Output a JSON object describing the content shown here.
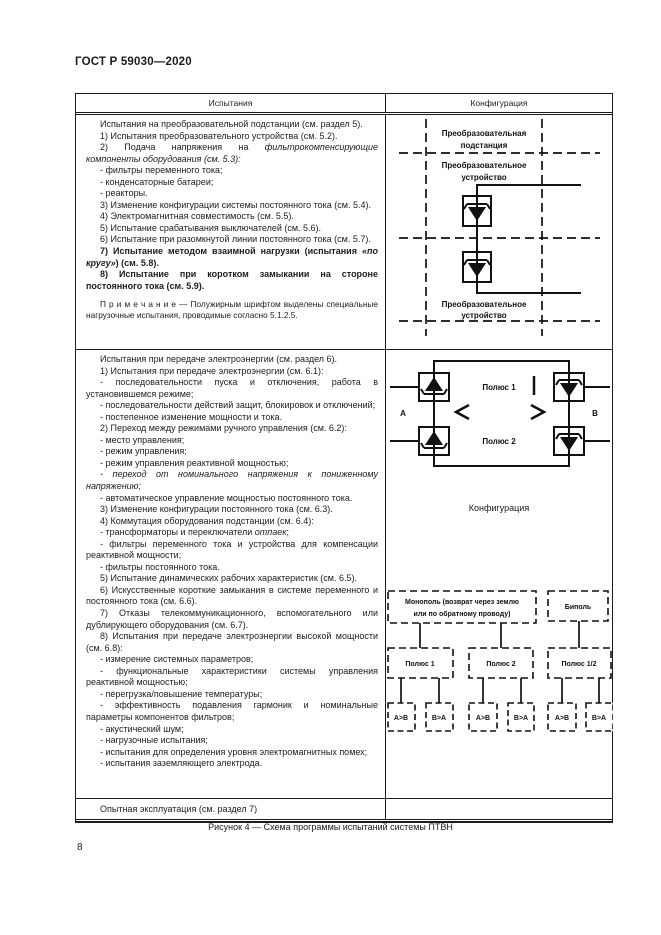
{
  "page": {
    "header": "ГОСТ Р 59030—2020",
    "caption": "Рисунок 4 — Схема программы испытаний системы ПТВН",
    "page_number": "8"
  },
  "table": {
    "col1_header": "Испытания",
    "col2_header": "Конфигурация",
    "row1_paragraphs": [
      {
        "runs": [
          {
            "t": "Испытания на преобразовательной подстанции (см. раздел 5).",
            "s": "n"
          }
        ]
      },
      {
        "runs": [
          {
            "t": "1) Испытания преобразовательного устройства (см. 5.2).",
            "s": "n"
          }
        ]
      },
      {
        "runs": [
          {
            "t": "2) Подача напряжения на ",
            "s": "n"
          },
          {
            "t": "фильтрокомпенсирующие компоненты оборудования (см. 5.3):",
            "s": "i"
          }
        ]
      },
      {
        "runs": [
          {
            "t": "- фильтры переменного тока;",
            "s": "n"
          }
        ]
      },
      {
        "runs": [
          {
            "t": "- конденсаторные батареи;",
            "s": "n"
          }
        ]
      },
      {
        "runs": [
          {
            "t": "- реакторы.",
            "s": "n"
          }
        ]
      },
      {
        "runs": [
          {
            "t": "3) Изменение конфигурации системы постоянного тока (см. 5.4).",
            "s": "n"
          }
        ]
      },
      {
        "runs": [
          {
            "t": "4) Электромагнитная совместимость (см. 5.5).",
            "s": "n"
          }
        ]
      },
      {
        "runs": [
          {
            "t": "5) Испытание срабатывания выключателей (см. 5.6).",
            "s": "n"
          }
        ]
      },
      {
        "runs": [
          {
            "t": "6) Испытание при разомкнутой линии постоянного тока (см. 5.7).",
            "s": "n"
          }
        ]
      },
      {
        "runs": [
          {
            "t": "7) Испытание методом взаимной нагрузки (испытания ",
            "s": "b"
          },
          {
            "t": "«по кругу»",
            "s": "bi"
          },
          {
            "t": ") (см. 5.8).",
            "s": "b"
          }
        ]
      },
      {
        "runs": [
          {
            "t": "8) Испытание при коротком замыкании на стороне постоянного тока (см. 5.9).",
            "s": "b"
          }
        ]
      },
      {
        "cls": "note",
        "runs": [
          {
            "t": "П р и м е ч а н и е — Полужирным шрифтом выделены специальные нагрузочные испытания, проводимые согласно 5.1.2.5.",
            "s": "n"
          }
        ]
      }
    ],
    "row2_paragraphs": [
      {
        "runs": [
          {
            "t": "Испытания при передаче электроэнергии (см. раздел 6).",
            "s": "n"
          }
        ]
      },
      {
        "runs": [
          {
            "t": "1) Испытания при передаче электроэнергии (см. 6.1):",
            "s": "n"
          }
        ]
      },
      {
        "runs": [
          {
            "t": "- последовательности пуска и отключения, работа в установившемся режиме;",
            "s": "n"
          }
        ]
      },
      {
        "runs": [
          {
            "t": "- последовательности действий защит, блокировок и отключений;",
            "s": "n"
          }
        ]
      },
      {
        "runs": [
          {
            "t": "- постепенное изменение мощности и тока.",
            "s": "n"
          }
        ]
      },
      {
        "runs": [
          {
            "t": "2) Переход между режимами ручного управления (см. 6.2):",
            "s": "n"
          }
        ]
      },
      {
        "runs": [
          {
            "t": "- место управления;",
            "s": "n"
          }
        ]
      },
      {
        "runs": [
          {
            "t": "- режим управления;",
            "s": "n"
          }
        ]
      },
      {
        "runs": [
          {
            "t": "- режим управления реактивной мощностью;",
            "s": "n"
          }
        ]
      },
      {
        "runs": [
          {
            "t": "- переход от номинального напряжения к пониженному напряжению;",
            "s": "i"
          }
        ]
      },
      {
        "runs": [
          {
            "t": "- автоматическое управление мощностью постоянного тока.",
            "s": "n"
          }
        ]
      },
      {
        "runs": [
          {
            "t": "3) Изменение конфигурации постоянного тока (см. 6.3).",
            "s": "n"
          }
        ]
      },
      {
        "runs": [
          {
            "t": "4) Коммутация оборудования подстанции (см. 6.4):",
            "s": "n"
          }
        ]
      },
      {
        "runs": [
          {
            "t": "- трансформаторы и переключатели ",
            "s": "n"
          },
          {
            "t": "отпаек",
            "s": "i"
          },
          {
            "t": ";",
            "s": "n"
          }
        ]
      },
      {
        "runs": [
          {
            "t": "- фильтры переменного тока и устройства для компенсации реактивной мощности;",
            "s": "n"
          }
        ]
      },
      {
        "runs": [
          {
            "t": "- фильтры постоянного тока.",
            "s": "n"
          }
        ]
      },
      {
        "runs": [
          {
            "t": "5) Испытание динамических рабочих характеристик (см. 6.5).",
            "s": "n"
          }
        ]
      },
      {
        "runs": [
          {
            "t": "6) Искусственные короткие замыкания в системе переменного и постоянного тока (см. 6.6).",
            "s": "n"
          }
        ]
      },
      {
        "runs": [
          {
            "t": "7) Отказы телекоммуникационного, вспомогательного или дублирующего оборудования (см. 6.7).",
            "s": "n"
          }
        ]
      },
      {
        "runs": [
          {
            "t": "8) Испытания при передаче электроэнергии высокой мощности (см. 6.8):",
            "s": "n"
          }
        ]
      },
      {
        "runs": [
          {
            "t": "- измерение системных параметров;",
            "s": "n"
          }
        ]
      },
      {
        "runs": [
          {
            "t": "- функциональные характеристики системы управления реактивной мощностью;",
            "s": "n"
          }
        ]
      },
      {
        "runs": [
          {
            "t": "- перегрузка/повышение температуры;",
            "s": "n"
          }
        ]
      },
      {
        "runs": [
          {
            "t": "- эффективность подавления гармоник и номинальные параметры компонентов фильтров;",
            "s": "n"
          }
        ]
      },
      {
        "runs": [
          {
            "t": "- акустический шум;",
            "s": "n"
          }
        ]
      },
      {
        "runs": [
          {
            "t": "- нагрузочные испытания;",
            "s": "n"
          }
        ]
      },
      {
        "runs": [
          {
            "t": "- испытания для определения уровня электромагнитных помех;",
            "s": "n"
          }
        ]
      },
      {
        "runs": [
          {
            "t": "- испытания заземляющего электрода.",
            "s": "n"
          }
        ]
      }
    ],
    "row3_text": "Опытная эксплуатация (см. раздел 7)"
  },
  "diagram1": {
    "substation_line1": "Преобразовательная",
    "substation_line2": "подстанция",
    "device_line1": "Преобразовательное",
    "device_line2": "устройство"
  },
  "diagram2": {
    "pole1": "Полюс 1",
    "pole2": "Полюс 2",
    "terminal_a": "А",
    "terminal_b": "В",
    "config_label": "Конфигурация"
  },
  "diagram3": {
    "monopole_line1": "Монополь (возврат через землю",
    "monopole_line2": "или по обратному проводу)",
    "bipole": "Биполь",
    "pole1": "Полюс 1",
    "pole2": "Полюс 2",
    "pole12": "Полюс 1/2",
    "ab": "А>В",
    "ba": "В>А"
  }
}
